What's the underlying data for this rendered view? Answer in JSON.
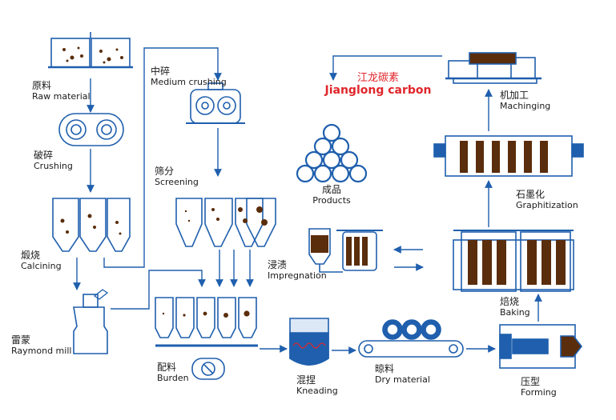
{
  "brand": {
    "name_zh": "江龙碳素",
    "name_en": "Jianglong carbon",
    "color": "#e0262b"
  },
  "colors": {
    "line": "#1f5fad",
    "fill": "#ffffff",
    "particle": "#5a2d0c",
    "light_blue": "#dce8f6"
  },
  "steps": {
    "raw_material": {
      "zh": "原料",
      "en": "Raw material"
    },
    "crushing": {
      "zh": "破碎",
      "en": "Crushing"
    },
    "calcining": {
      "zh": "煅烧",
      "en": "Calcining"
    },
    "raymond_mill": {
      "zh": "雷蒙",
      "en": "Raymond mill"
    },
    "medium_crushing": {
      "zh": "中碎",
      "en": "Medium crushing"
    },
    "screening": {
      "zh": "筛分",
      "en": "Screening"
    },
    "burden": {
      "zh": "配料",
      "en": "Burden"
    },
    "kneading": {
      "zh": "混捏",
      "en": "Kneading"
    },
    "dry_material": {
      "zh": "晾料",
      "en": "Dry material"
    },
    "forming": {
      "zh": "压型",
      "en": "Forming"
    },
    "baking": {
      "zh": "焙烧",
      "en": "Baking"
    },
    "impregnation": {
      "zh": "浸渍",
      "en": "Impregnation"
    },
    "graphitization": {
      "zh": "石墨化",
      "en": "Graphitization"
    },
    "machining": {
      "zh": "机加工",
      "en": "Machinging"
    },
    "products": {
      "zh": "成品",
      "en": "Products"
    }
  }
}
